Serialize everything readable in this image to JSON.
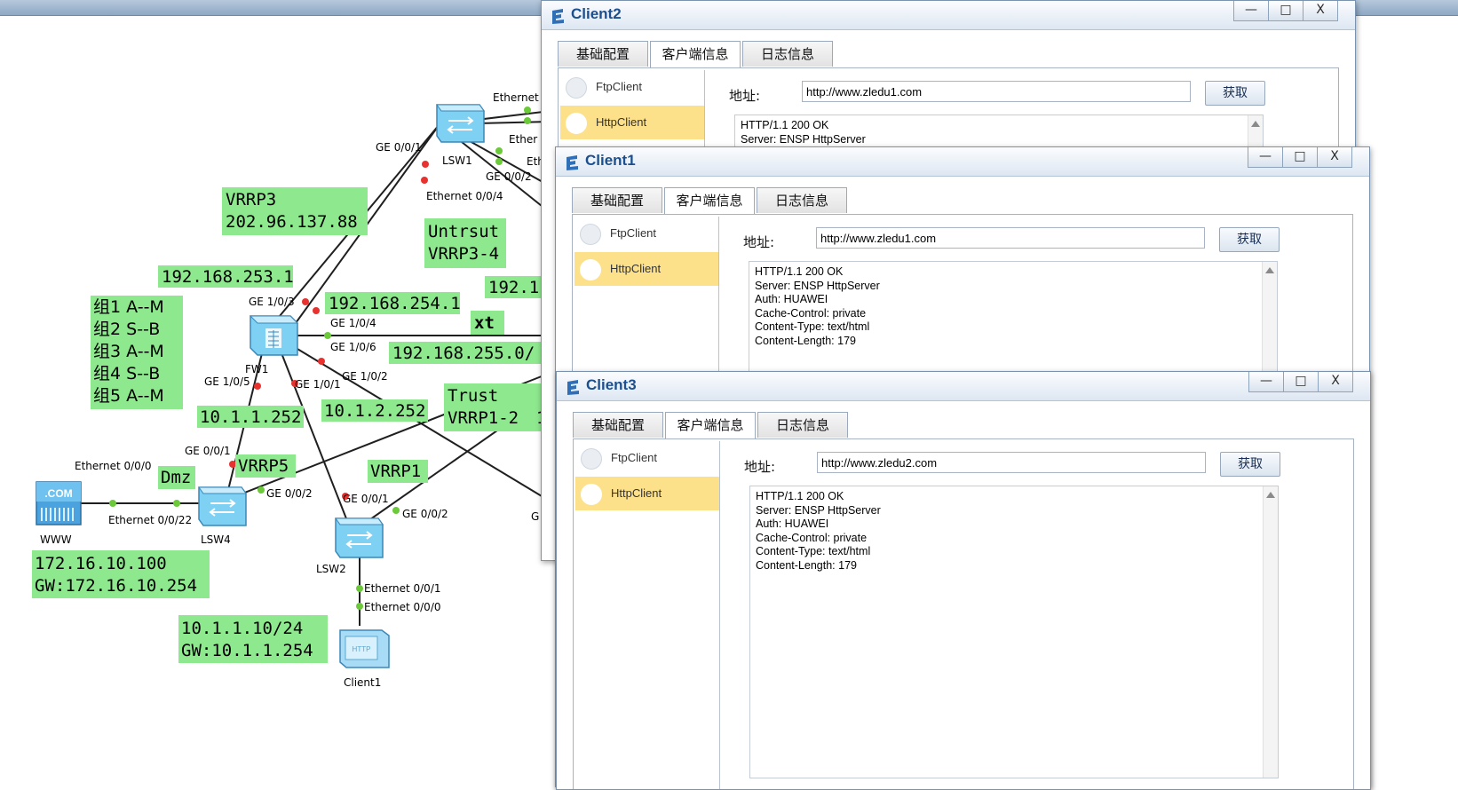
{
  "topology": {
    "devices": {
      "lsw1": "LSW1",
      "fw1": "FW1",
      "lsw4": "LSW4",
      "lsw2": "LSW2",
      "www": "WWW",
      "client1": "Client1"
    },
    "device_glyphs": {
      "www_icon_text": ".COM",
      "client_icon_text": "HTTP"
    },
    "ports": {
      "lsw1_eth_top": "Ethernet",
      "lsw1_ge001": "GE 0/0/1",
      "lsw1_ether2": "Ether",
      "lsw1_eth3": "Eth",
      "lsw1_ge002": "GE 0/0/2",
      "lsw1_eth004": "Ethernet 0/0/4",
      "fw1_ge103": "GE 1/0/3",
      "fw1_ge104": "GE 1/0/4",
      "fw1_ge106": "GE 1/0/6",
      "fw1_ge105": "GE 1/0/5",
      "fw1_ge101": "GE 1/0/1",
      "fw1_ge102": "GE 1/0/2",
      "lsw4_ge001": "GE 0/0/1",
      "lsw4_ge002": "GE 0/0/2",
      "lsw4_eth0022": "Ethernet 0/0/22",
      "www_eth000": "Ethernet 0/0/0",
      "lsw2_ge001": "GE 0/0/1",
      "lsw2_ge002": "GE 0/0/2",
      "lsw2_eth001": "Ethernet 0/0/1",
      "client1_eth000": "Ethernet 0/0/0",
      "edge_g": "G"
    },
    "notes": {
      "vrrp3_line1": "VRRP3",
      "vrrp3_line2": "202.96.137.88",
      "untrust_line1": "Untrsut",
      "untrust_line2": "VRRP3-4",
      "ip_253": "192.168.253.1",
      "ip_254": "192.168.254.1",
      "ip_192_partial": "192.1",
      "xt": "xt",
      "ip_255": "192.168.255.0/",
      "group1": "组1 A--M",
      "group2": "组2 S--B",
      "group3": "组3 A--M",
      "group4": "组4 S--B",
      "group5": "组5 A--M",
      "ip_10_1_1_252": "10.1.1.252",
      "ip_10_1_2_252": "10.1.2.252",
      "trust_line1": "Trust",
      "trust_line2": "VRRP1-2",
      "trust_cut": "1",
      "vrrp5": "VRRP5",
      "dmz": "Dmz",
      "vrrp1": "VRRP1",
      "www_ip": "172.16.10.100",
      "www_gw": "GW:172.16.10.254",
      "client_ip": "10.1.1.10/24",
      "client_gw": "GW:10.1.1.254"
    }
  },
  "windows": [
    {
      "title": "Client2",
      "tabs": [
        "基础配置",
        "客户端信息",
        "日志信息"
      ],
      "active_tab": "客户端信息",
      "list": [
        "FtpClient",
        "HttpClient"
      ],
      "selected": "HttpClient",
      "address_label": "地址:",
      "address_value": "http://www.zledu1.com",
      "fetch_button": "获取",
      "response_lines": [
        "HTTP/1.1 200 OK",
        "Server: ENSP HttpServer"
      ]
    },
    {
      "title": "Client1",
      "tabs": [
        "基础配置",
        "客户端信息",
        "日志信息"
      ],
      "active_tab": "客户端信息",
      "list": [
        "FtpClient",
        "HttpClient"
      ],
      "selected": "HttpClient",
      "address_label": "地址:",
      "address_value": "http://www.zledu1.com",
      "fetch_button": "获取",
      "response_lines": [
        "HTTP/1.1 200 OK",
        "Server: ENSP HttpServer",
        "Auth: HUAWEI",
        "Cache-Control: private",
        "Content-Type: text/html",
        "Content-Length: 179"
      ]
    },
    {
      "title": "Client3",
      "tabs": [
        "基础配置",
        "客户端信息",
        "日志信息"
      ],
      "active_tab": "客户端信息",
      "list": [
        "FtpClient",
        "HttpClient"
      ],
      "selected": "HttpClient",
      "address_label": "地址:",
      "address_value": "http://www.zledu2.com",
      "fetch_button": "获取",
      "response_lines": [
        "HTTP/1.1 200 OK",
        "Server: ENSP HttpServer",
        "Auth: HUAWEI",
        "Cache-Control: private",
        "Content-Type: text/html",
        "Content-Length: 179"
      ]
    }
  ],
  "window_controls": {
    "minimize": "—",
    "maximize": "□",
    "close": "X"
  },
  "colors": {
    "note_bg": "#8ee88e",
    "selected_item": "#fde08a",
    "title_text": "#1c4f8e",
    "port_dot_red": "#e8322f",
    "port_dot_green": "#6bc93a"
  }
}
